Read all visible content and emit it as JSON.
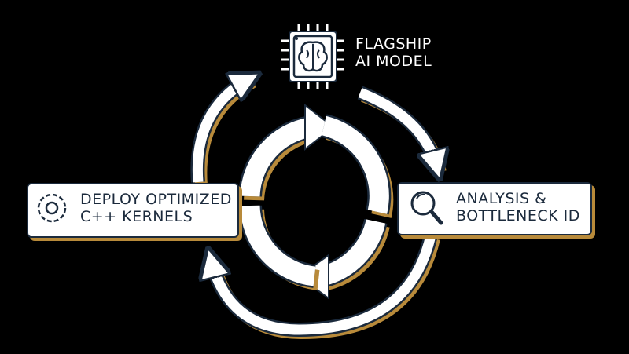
{
  "nodes": {
    "top": {
      "line1": "FLAGSHIP",
      "line2": "AI MODEL",
      "icon": "brain-chip-icon"
    },
    "right": {
      "line1": "ANALYSIS &",
      "line2": "BOTTLENECK ID",
      "icon": "magnifier-icon"
    },
    "left": {
      "line1": "DEPLOY OPTIMIZED",
      "line2": "C++ KERNELS",
      "icon": "gear-icon"
    }
  },
  "colors": {
    "background": "#000000",
    "arrow_fill": "#ffffff",
    "outline": "#1b2a3c",
    "accent": "#b88a3a",
    "text_light": "#ffffff",
    "text_dark": "#1b2a3c"
  }
}
